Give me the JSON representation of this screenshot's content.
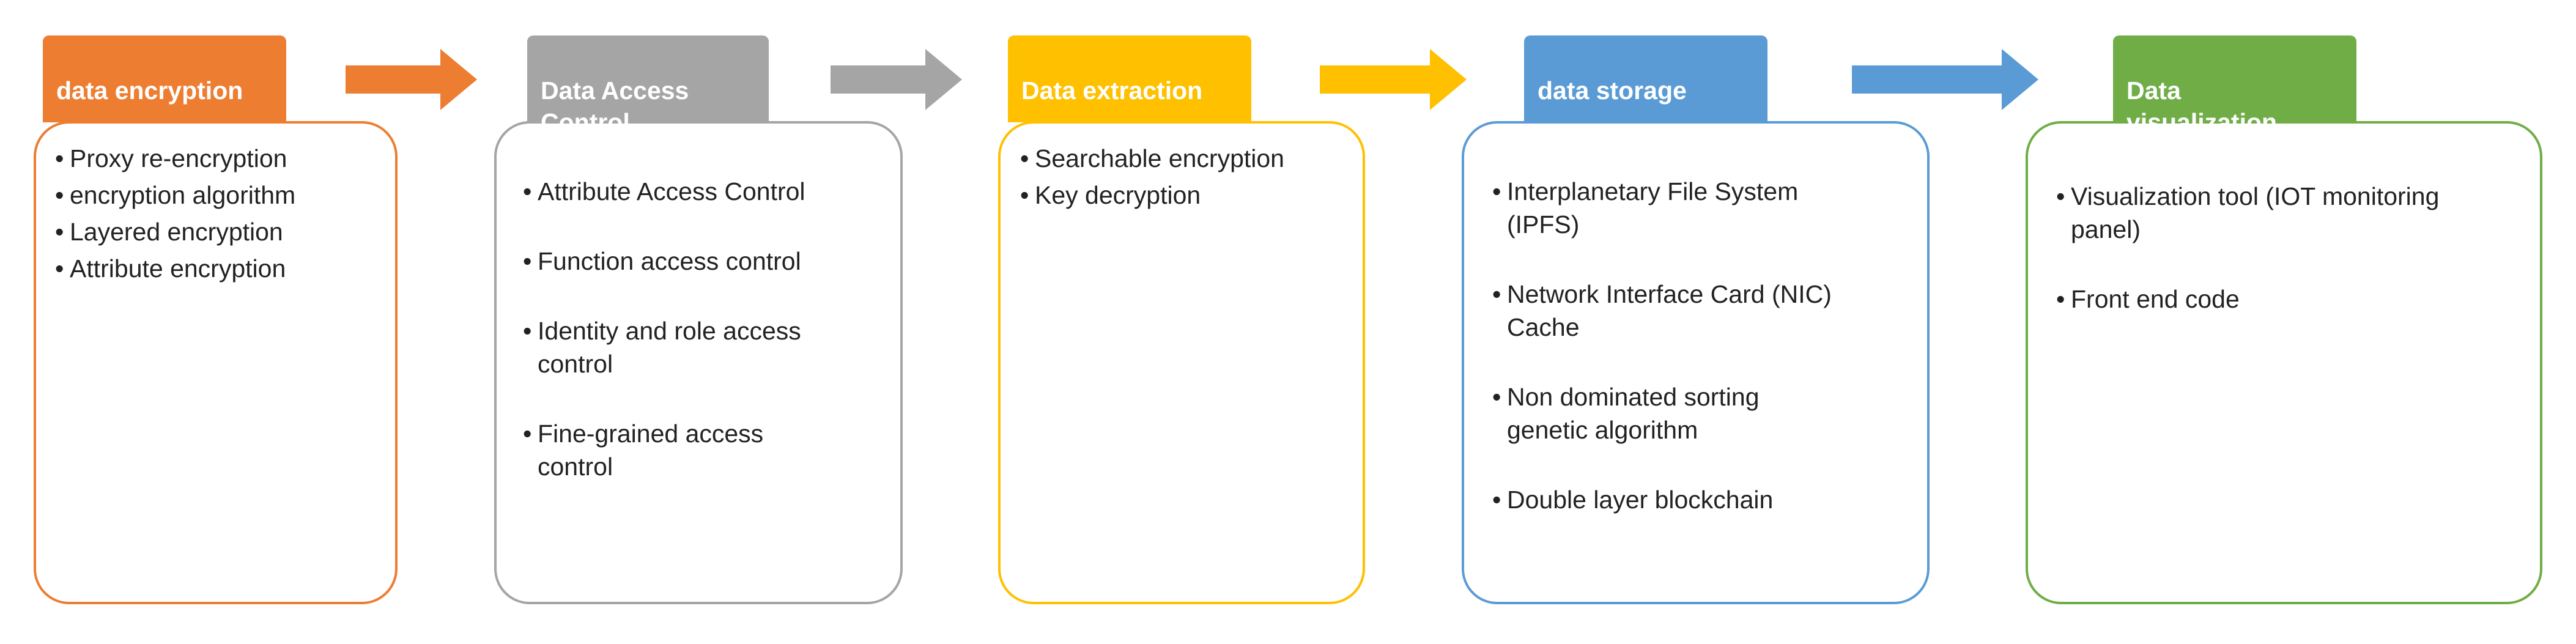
{
  "stages": [
    {
      "title": "data encryption",
      "color": "#ed7d31",
      "items": [
        "Proxy re-encryption",
        "encryption algorithm",
        "Layered encryption",
        "Attribute encryption"
      ]
    },
    {
      "title": "Data Access\nControl",
      "color": "#a5a5a5",
      "items": [
        "Attribute Access Control",
        "Function access control",
        "Identity and role access\ncontrol",
        "Fine-grained access\ncontrol"
      ]
    },
    {
      "title": "Data extraction",
      "color": "#ffc000",
      "items": [
        "Searchable encryption",
        "Key decryption"
      ]
    },
    {
      "title": "data storage",
      "color": "#5b9bd5",
      "items": [
        "Interplanetary File System\n(IPFS)",
        "Network Interface Card (NIC)\nCache",
        "Non dominated sorting\ngenetic algorithm",
        "Double layer blockchain"
      ]
    },
    {
      "title": "Data\nvisualization",
      "color": "#70ad47",
      "items": [
        "Visualization tool (IOT monitoring\npanel)",
        "Front end code"
      ]
    }
  ],
  "bullet": "•"
}
